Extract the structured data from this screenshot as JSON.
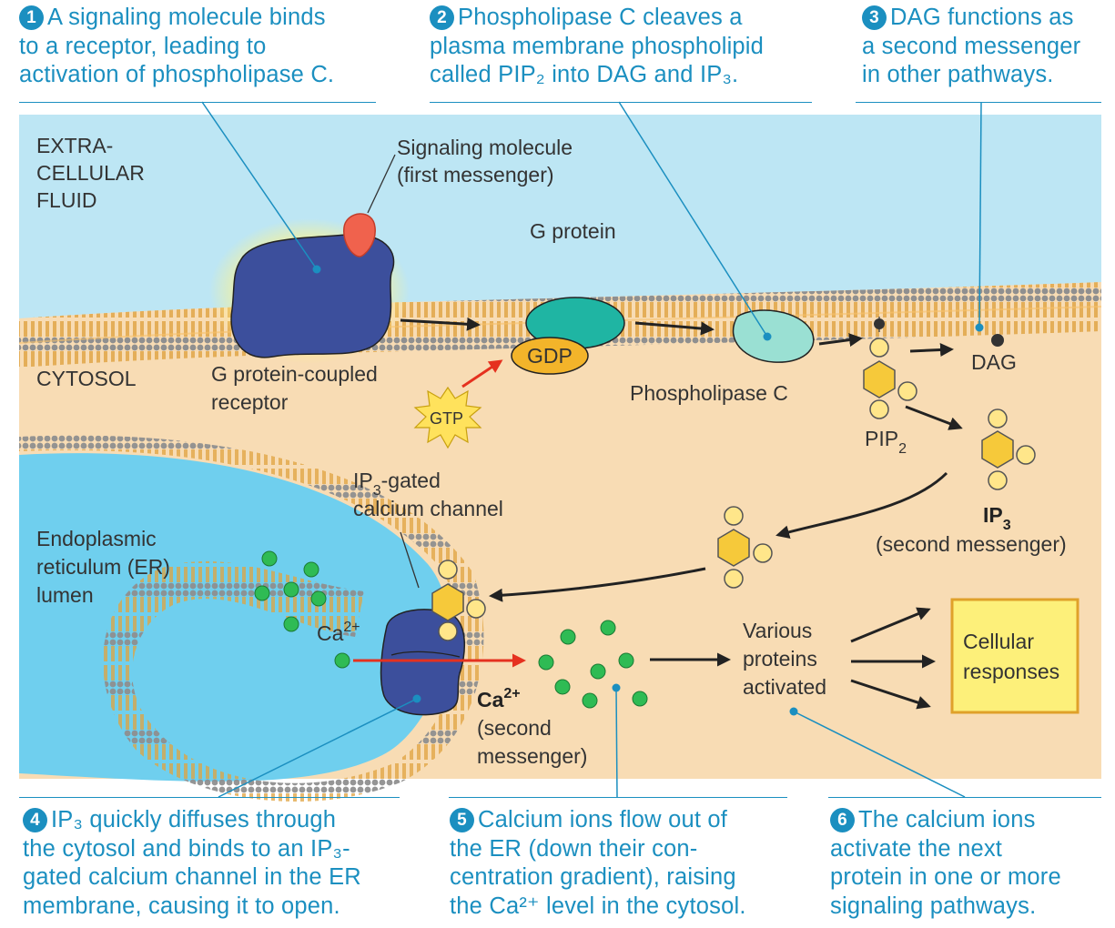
{
  "steps": [
    {
      "num": "1",
      "lines": [
        "A signaling molecule binds",
        "to a receptor, leading to",
        "activation of phospholipase C."
      ]
    },
    {
      "num": "2",
      "lines": [
        "Phospholipase C cleaves a",
        "plasma membrane phospholipid",
        "called PIP₂ into DAG and IP₃."
      ]
    },
    {
      "num": "3",
      "lines": [
        "DAG functions as",
        "a second messenger",
        "in other pathways."
      ]
    },
    {
      "num": "4",
      "lines": [
        "IP₃ quickly diffuses through",
        "the cytosol and binds to an IP₃-",
        "gated calcium channel in the ER",
        "membrane, causing it to open."
      ]
    },
    {
      "num": "5",
      "lines": [
        "Calcium ions flow out of",
        "the ER (down their con-",
        "centration gradient), raising",
        "the Ca²⁺ level in the cytosol."
      ]
    },
    {
      "num": "6",
      "lines": [
        "The calcium ions",
        "activate the next",
        "protein in one or more",
        "signaling pathways."
      ]
    }
  ],
  "labels": {
    "extracellular": [
      "EXTRA-",
      "CELLULAR",
      "FLUID"
    ],
    "cytosol": "CYTOSOL",
    "signaling_molecule": [
      "Signaling molecule",
      "(first messenger)"
    ],
    "g_protein": "G protein",
    "gpcr": [
      "G protein-coupled",
      "receptor"
    ],
    "gdp": "GDP",
    "gtp": "GTP",
    "phospholipase_c": "Phospholipase C",
    "dag": "DAG",
    "pip2": "PIP",
    "pip2_sub": "2",
    "ip3": "IP",
    "ip3_sub": "3",
    "second_messenger": "(second messenger)",
    "ip3_channel_1": "IP",
    "ip3_channel_1_sub": "3",
    "ip3_channel_1_rest": "-gated",
    "ip3_channel_2": "calcium channel",
    "er_lumen": [
      "Endoplasmic",
      "reticulum (ER)",
      "lumen"
    ],
    "ca_er": "Ca",
    "ca_er_sup": "2+",
    "ca_cyto": "Ca",
    "ca_cyto_sup": "2+",
    "ca_second": [
      "(second",
      "messenger)"
    ],
    "various": [
      "Various",
      "proteins",
      "activated"
    ],
    "cellular_responses": [
      "Cellular",
      "responses"
    ]
  },
  "colors": {
    "accent": "#1b8fc0",
    "extracellular": "#bde6f4",
    "cytosol": "#f8dcb4",
    "er_lumen": "#6fcfee",
    "membrane": "#e2a84a",
    "receptor": "#3c4f9c",
    "g_protein": "#1fb5a3",
    "phospholipase": "#9ae0d3",
    "gdp": "#f3b42a",
    "gtp": "#ffe25c",
    "ip3": "#f6c93a",
    "calcium": "#2fbb54",
    "response_box": "#fdf07a",
    "arrow": "#222222",
    "red_arrow": "#e5311f"
  },
  "icons": [
    "signaling-molecule-icon",
    "receptor-icon",
    "g-protein-icon",
    "phospholipase-icon",
    "calcium-channel-icon",
    "calcium-ion-icon",
    "ip3-molecule-icon"
  ]
}
